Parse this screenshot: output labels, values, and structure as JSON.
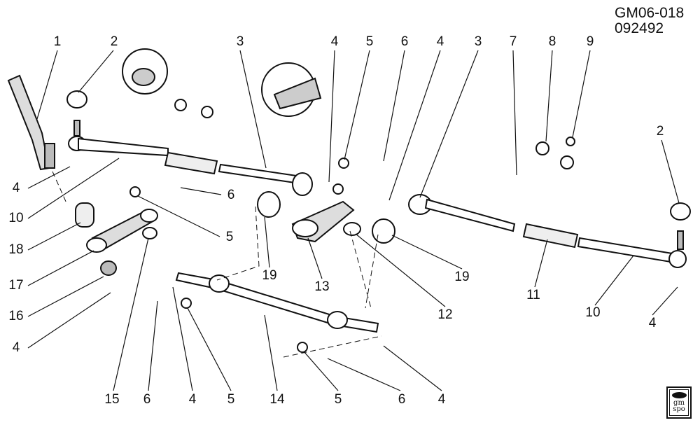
{
  "diagram": {
    "code": "GM06-018",
    "date": "092492",
    "callouts": [
      "1",
      "2",
      "3",
      "4",
      "5",
      "6",
      "4",
      "3",
      "7",
      "8",
      "9",
      "2",
      "4",
      "6",
      "10",
      "5",
      "18",
      "19",
      "13",
      "12",
      "19",
      "11",
      "10",
      "4",
      "17",
      "16",
      "4",
      "15",
      "6",
      "4",
      "5",
      "14",
      "5",
      "6",
      "4"
    ],
    "logo_text": "gm spo",
    "logo_lines": [
      "gm",
      "spo"
    ]
  }
}
